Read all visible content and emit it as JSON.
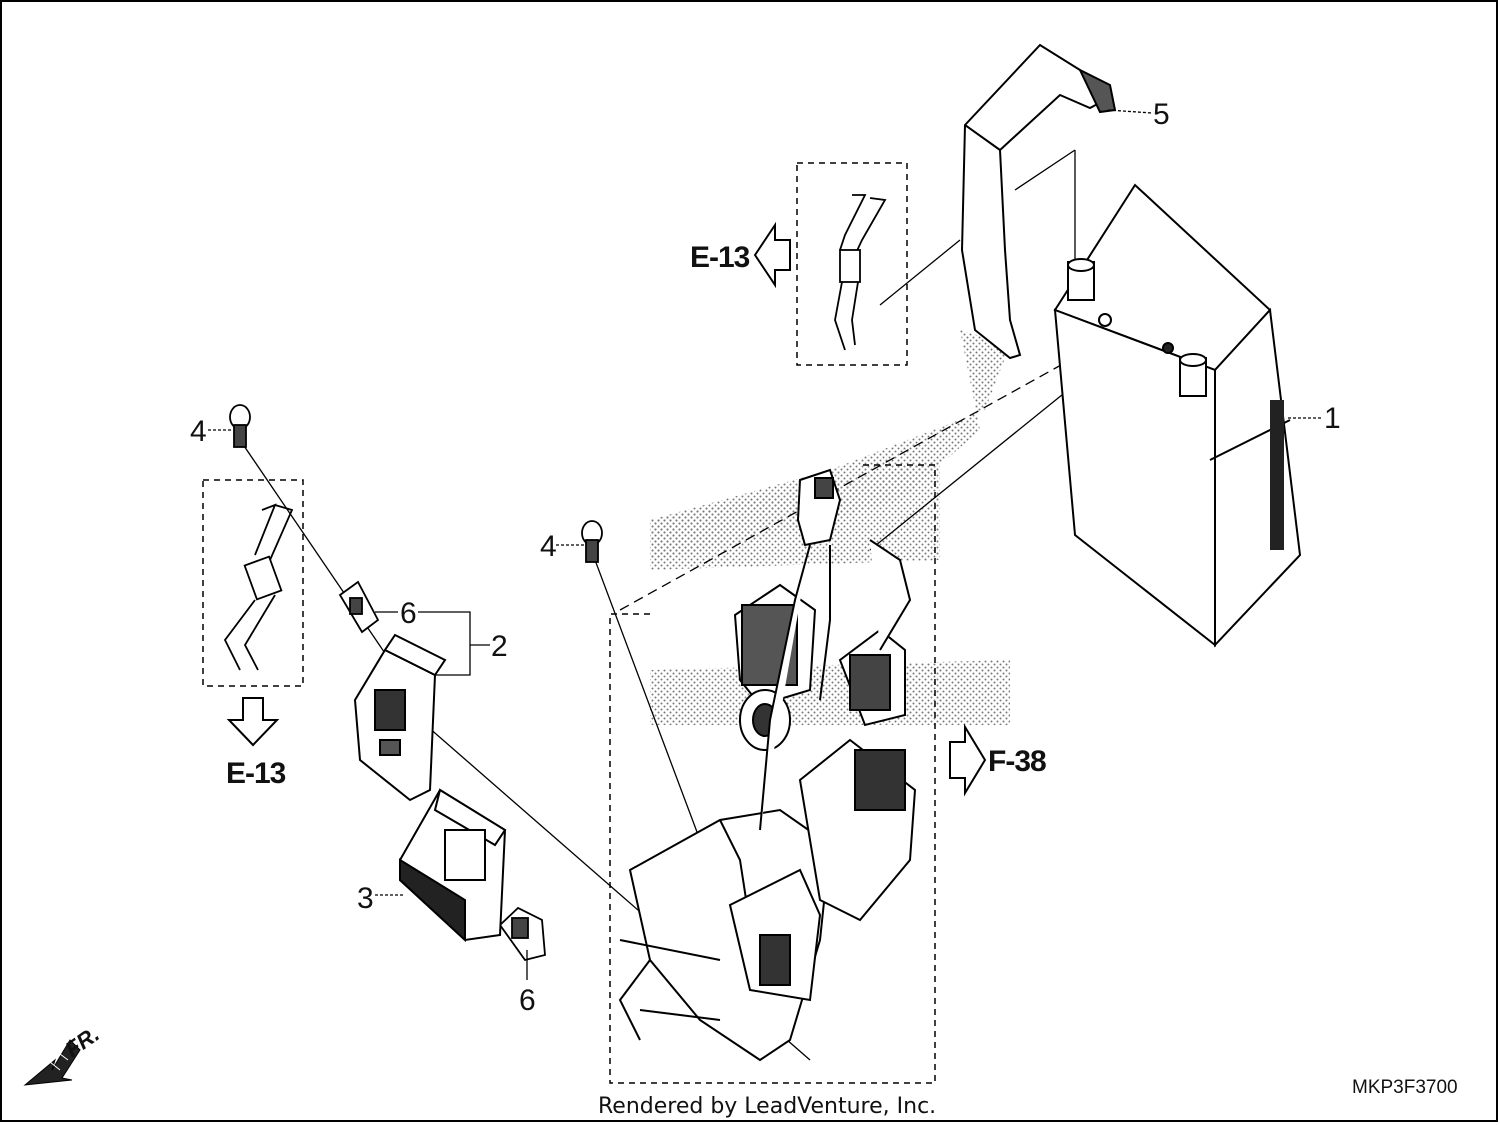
{
  "diagram": {
    "callouts": {
      "c1": "1",
      "c2": "2",
      "c3": "3",
      "c4a": "4",
      "c4b": "4",
      "c5": "5",
      "c6a": "6",
      "c6b": "6"
    },
    "references": {
      "e13_top": "E-13",
      "e13_left": "E-13",
      "f38": "F-38"
    },
    "direction_label": "FR.",
    "diagram_code": "MKP3F3700",
    "credit": "Rendered by LeadVenture, Inc."
  }
}
